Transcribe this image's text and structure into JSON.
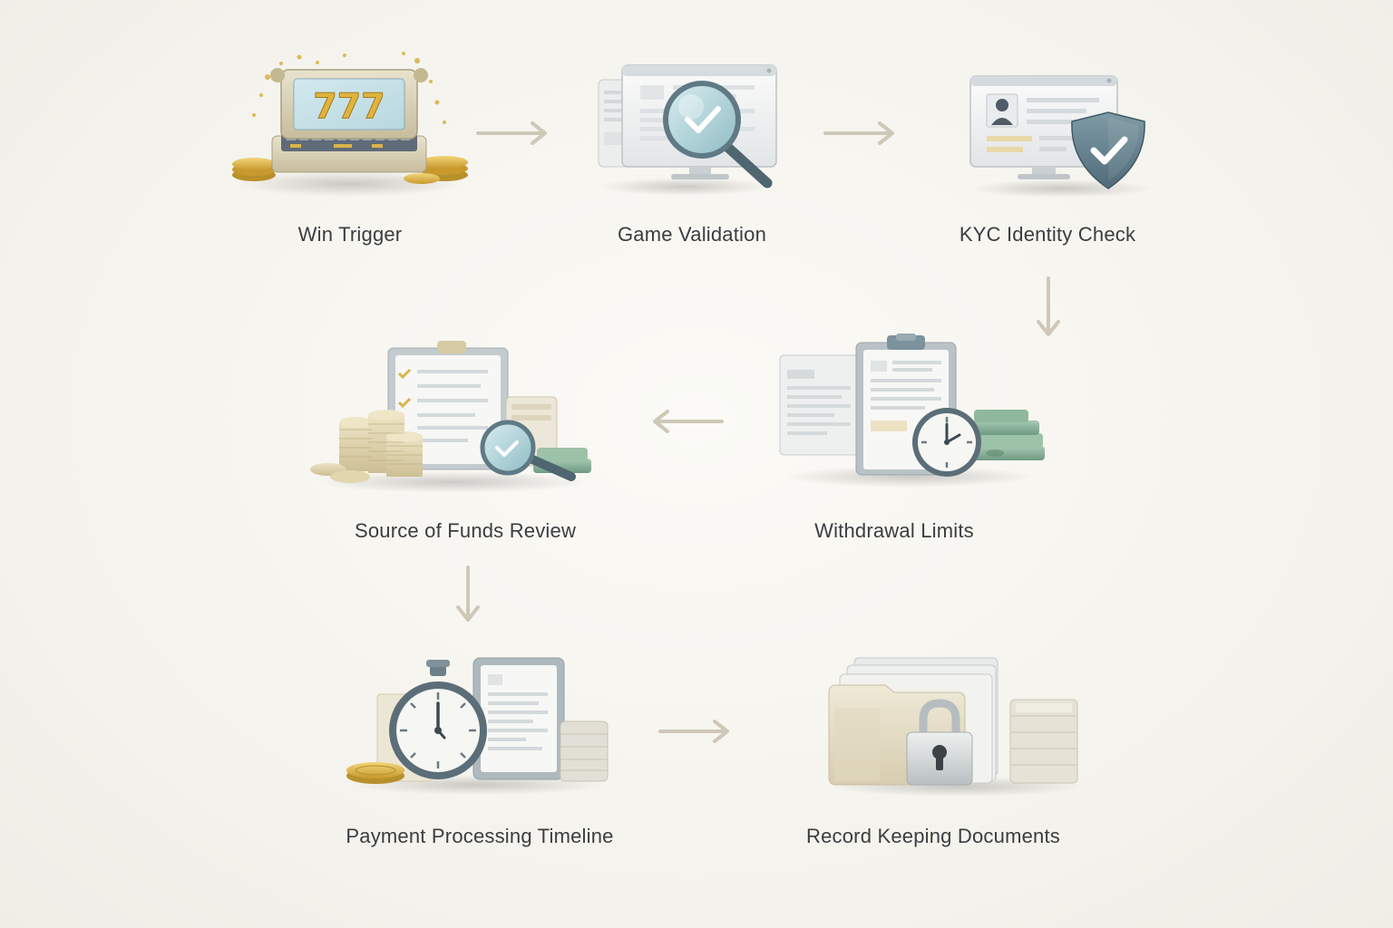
{
  "diagram": {
    "steps": [
      {
        "id": "win-trigger",
        "label": "Win Trigger",
        "icon": "slot-machine-icon"
      },
      {
        "id": "game-validation",
        "label": "Game Validation",
        "icon": "magnifier-screen-icon"
      },
      {
        "id": "kyc-identity-check",
        "label": "KYC Identity Check",
        "icon": "id-shield-icon"
      },
      {
        "id": "withdrawal-limits",
        "label": "Withdrawal Limits",
        "icon": "clipboard-clock-icon"
      },
      {
        "id": "source-of-funds-review",
        "label": "Source of Funds Review",
        "icon": "coins-clipboard-icon"
      },
      {
        "id": "payment-processing-timeline",
        "label": "Payment Processing Timeline",
        "icon": "stopwatch-tablet-icon"
      },
      {
        "id": "record-keeping-documents",
        "label": "Record Keeping Documents",
        "icon": "folders-lock-icon"
      }
    ],
    "connectors": [
      {
        "from": "win-trigger",
        "to": "game-validation",
        "direction": "right"
      },
      {
        "from": "game-validation",
        "to": "kyc-identity-check",
        "direction": "right"
      },
      {
        "from": "kyc-identity-check",
        "to": "withdrawal-limits",
        "direction": "down"
      },
      {
        "from": "withdrawal-limits",
        "to": "source-of-funds-review",
        "direction": "left"
      },
      {
        "from": "source-of-funds-review",
        "to": "payment-processing-timeline",
        "direction": "down"
      },
      {
        "from": "payment-processing-timeline",
        "to": "record-keeping-documents",
        "direction": "right"
      }
    ],
    "colors": {
      "arrow": "#cfc8b8",
      "text": "#3b3d40",
      "gold": "#d9b44a",
      "slate": "#6f8a96",
      "teal": "#8fb8c0",
      "cash": "#7fa890",
      "paper": "#f3f3f1",
      "beige": "#e6e0cf"
    }
  }
}
